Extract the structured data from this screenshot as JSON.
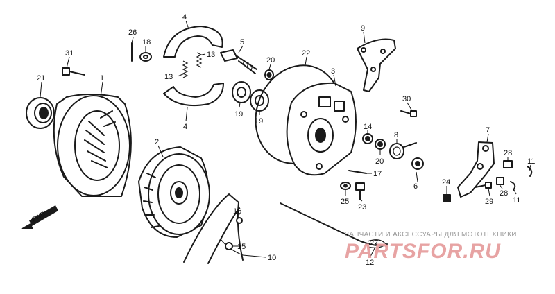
{
  "fwd_label": "FWD",
  "watermark": {
    "caption": "ЗАПЧАСТИ И АКСЕССУАРЫ ДЛЯ МОТОТЕХНИКИ",
    "brand": "PARTSFOR.RU"
  },
  "callouts": {
    "c1": "1",
    "c2": "2",
    "c3": "3",
    "c4a": "4",
    "c4b": "4",
    "c5": "5",
    "c6": "6",
    "c7": "7",
    "c8": "8",
    "c9": "9",
    "c10": "10",
    "c11a": "11",
    "c11b": "11",
    "c12": "12",
    "c13a": "13",
    "c13b": "13",
    "c14": "14",
    "c15": "15",
    "c16": "16",
    "c17": "17",
    "c18": "18",
    "c19a": "19",
    "c19b": "19",
    "c20a": "20",
    "c20b": "20",
    "c21": "21",
    "c22": "22",
    "c23": "23",
    "c24": "24",
    "c25": "25",
    "c26": "26",
    "c27": "27",
    "c28a": "28",
    "c28b": "28",
    "c29": "29",
    "c30": "30",
    "c31": "31"
  }
}
